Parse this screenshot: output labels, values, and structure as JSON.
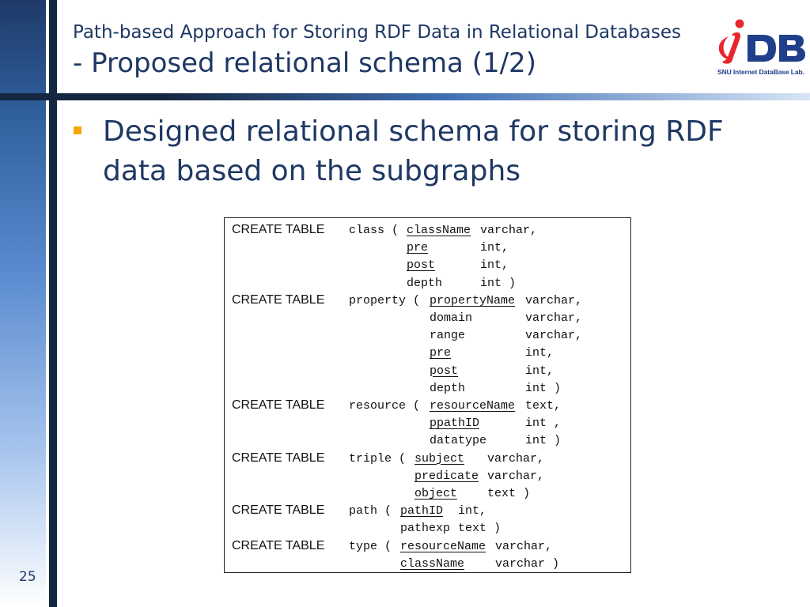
{
  "header": {
    "title_line1": "Path-based Approach for Storing RDF Data in Relational Databases",
    "title_line2": "- Proposed relational schema (1/2)"
  },
  "logo": {
    "letters": "iDB",
    "caption": "SNU Internet DataBase Lab.",
    "colors": {
      "i": "#e8262d",
      "db": "#1f3f8a"
    }
  },
  "bullet": {
    "text": "Designed relational schema for storing RDF data based on the subgraphs",
    "marker_color": "#f5a800"
  },
  "schema": {
    "keyword": "CREATE TABLE",
    "tables": [
      {
        "name": "class (",
        "columns": [
          {
            "col": "className",
            "type": "varchar,",
            "key": true
          },
          {
            "col": "pre",
            "type": "int,",
            "key": true
          },
          {
            "col": "post",
            "type": "int,",
            "key": true
          },
          {
            "col": "depth",
            "type": "int )",
            "key": false
          }
        ]
      },
      {
        "name": "property (",
        "columns": [
          {
            "col": "propertyName",
            "type": "varchar,",
            "key": true
          },
          {
            "col": "domain",
            "type": "varchar,",
            "key": false
          },
          {
            "col": "range",
            "type": "varchar,",
            "key": false
          },
          {
            "col": "pre",
            "type": "int,",
            "key": true
          },
          {
            "col": "post",
            "type": "int,",
            "key": true
          },
          {
            "col": "depth",
            "type": "int )",
            "key": false
          }
        ]
      },
      {
        "name": "resource (",
        "columns": [
          {
            "col": "resourceName",
            "type": "text,",
            "key": true
          },
          {
            "col": "ppathID",
            "type": "int ,",
            "key": true
          },
          {
            "col": "datatype",
            "type": "int )",
            "key": false
          }
        ]
      },
      {
        "name": "triple (",
        "columns": [
          {
            "col": "subject",
            "type": "varchar,",
            "key": true
          },
          {
            "col": "predicate",
            "type": "varchar,",
            "key": true
          },
          {
            "col": "object",
            "type": "text )",
            "key": true
          }
        ]
      },
      {
        "name": "path (",
        "columns": [
          {
            "col": "pathID",
            "type": "int,",
            "key": true
          },
          {
            "col": "pathexp",
            "type": "text )",
            "key": false
          }
        ]
      },
      {
        "name": "type (",
        "columns": [
          {
            "col": "resourceName",
            "type": "varchar,",
            "key": true
          },
          {
            "col": "className",
            "type": "varchar )",
            "key": true
          }
        ]
      }
    ]
  },
  "page_number": "25",
  "colors": {
    "title": "#1f3864",
    "dark_bar": "#152640"
  }
}
